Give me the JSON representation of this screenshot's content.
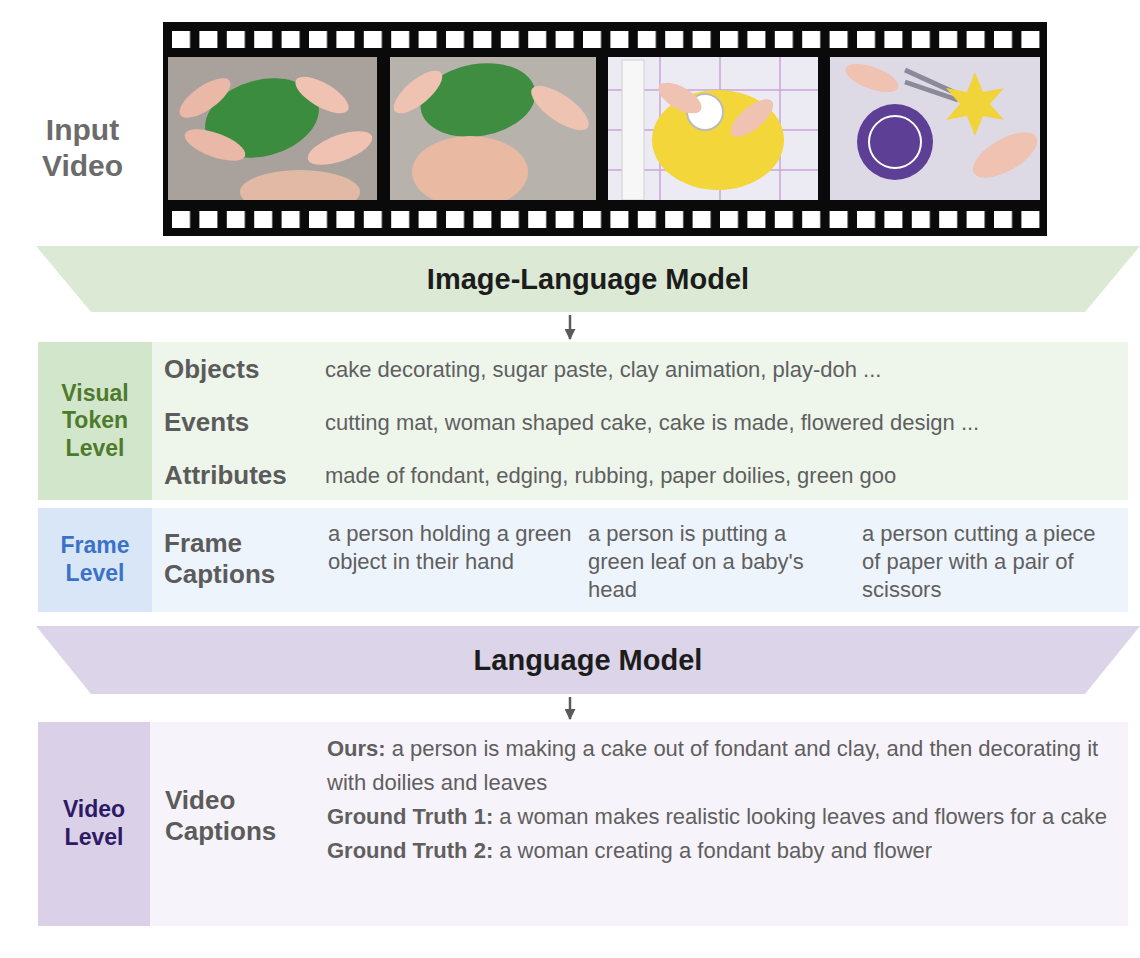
{
  "diagram": {
    "nodes": [
      {
        "text": [
          "Image-Language Model"
        ]
      },
      {
        "text": [
          "Visual Token Level"
        ]
      },
      {
        "text": [
          "Objects",
          "cake decorating, sugar paste, clay animation, play-doh ...",
          "Events",
          "cutting mat, woman shaped cake, cake is made, flowered design ...",
          "Attributes",
          "made of fondant, edging, rubbing, paper doilies, green goo"
        ]
      },
      {
        "text": [
          "Frame Level"
        ]
      },
      {
        "text": [
          "Frame Captions",
          "a person holding a green object in their hand",
          "a person is putting a green leaf on a baby's head",
          "a person cutting a piece of paper with a pair of scissors"
        ]
      },
      {
        "text": [
          "Language Model"
        ]
      },
      {
        "text": [
          "Video Level"
        ]
      },
      {
        "text": [
          "Video Captions",
          "Ours:",
          "a person is making a cake out of fondant and clay, and then decorating it with doilies and leaves",
          "Ground Truth 1:",
          "a woman makes realistic looking leaves and flowers for a cake",
          "Ground Truth 2:",
          "a woman creating a fondant baby and flower"
        ]
      }
    ],
    "edges": [
      {
        "from": 0,
        "to": 2,
        "arrow": "to"
      },
      {
        "from": 5,
        "to": 7,
        "arrow": "to"
      }
    ],
    "labels": [
      "Input Video"
    ]
  }
}
